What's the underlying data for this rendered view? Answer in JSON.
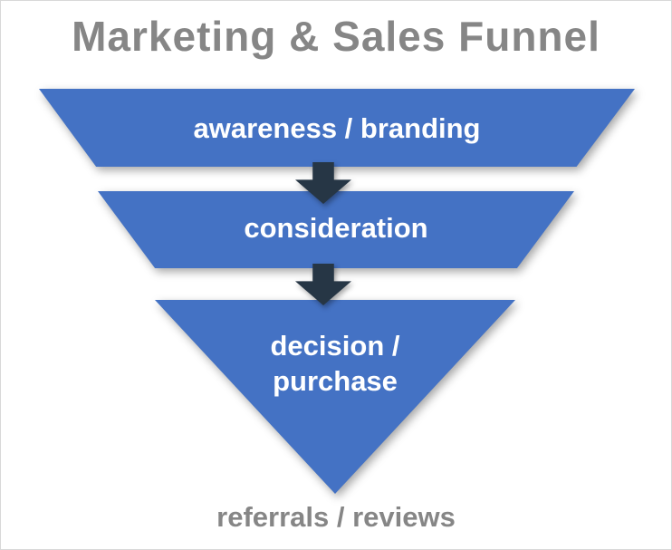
{
  "title": "Marketing & Sales Funnel",
  "funnel": {
    "stages": [
      {
        "label": "awareness / branding"
      },
      {
        "label": "consideration"
      },
      {
        "label": "decision / purchase"
      }
    ],
    "footer": "referrals / reviews"
  },
  "icons": [
    {
      "name": "down-arrow-icon",
      "meaning": "flow from awareness to consideration"
    },
    {
      "name": "down-arrow-icon",
      "meaning": "flow from consideration to decision"
    }
  ],
  "colors": {
    "stage_fill": "#4472C4",
    "arrow_fill": "#263645",
    "title_text": "#868686",
    "footer_text": "#868686",
    "stage_text": "#ffffff",
    "background": "#ffffff"
  }
}
